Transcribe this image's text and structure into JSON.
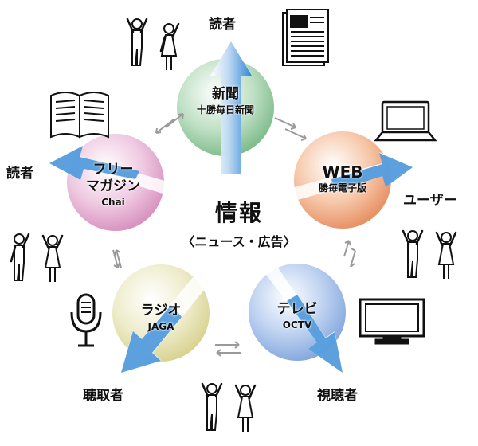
{
  "center": {
    "title": "情報",
    "subtitle": "〈ニュース・広告〉"
  },
  "nodes": [
    {
      "id": "newspaper",
      "title": "新聞",
      "subtitle": "十勝毎日新聞",
      "color": "#8ec79a"
    },
    {
      "id": "web",
      "title": "WEB",
      "subtitle": "勝毎電子版",
      "color": "#ef9e73"
    },
    {
      "id": "tv",
      "title": "テレビ",
      "subtitle": "OCTV",
      "color": "#8fb3e6"
    },
    {
      "id": "radio",
      "title": "ラジオ",
      "subtitle": "JAGA",
      "color": "#e6e2a6"
    },
    {
      "id": "magazine",
      "title": "フリーマガジン",
      "title_line1": "フリー",
      "title_line2": "マガジン",
      "subtitle": "Chai",
      "color": "#e2a6cc"
    }
  ],
  "audiences": {
    "newspaper": "読者",
    "magazine": "読者",
    "web": "ユーザー",
    "tv": "視聴者",
    "radio": "聴取者"
  },
  "icons": [
    "newspaper-icon",
    "book-icon",
    "laptop-icon",
    "tv-monitor-icon",
    "microphone-icon",
    "people-icon"
  ],
  "colors": {
    "arrow_main": "#3f8fd8",
    "arrow_light": "#dfeaf4",
    "outline": "#111111"
  }
}
